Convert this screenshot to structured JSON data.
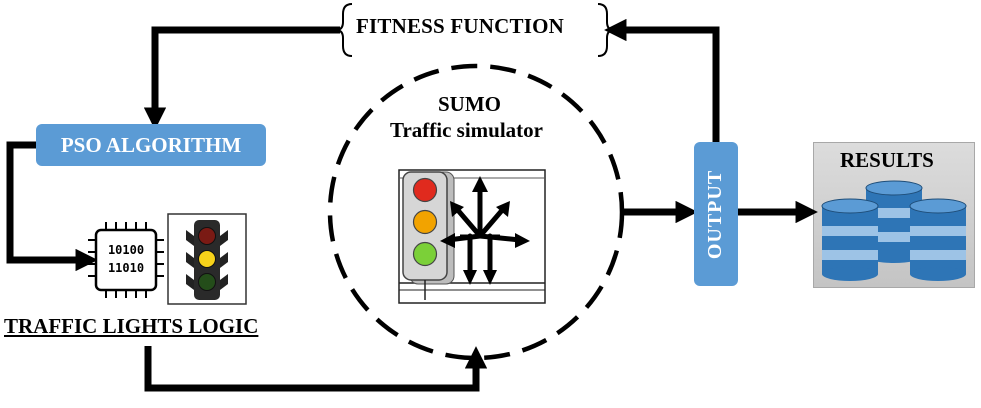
{
  "diagram": {
    "fitness_label": "FITNESS FUNCTION",
    "pso_label": "PSO ALGORITHM",
    "sumo_title": "SUMO",
    "sumo_subtitle": "Traffic simulator",
    "chip_binary_top": "10100",
    "chip_binary_bottom": "11010",
    "traffic_logic_label": "TRAFFIC LIGHTS LOGIC",
    "output_label": "OUTPUT",
    "results_label": "RESULTS"
  },
  "colors": {
    "accent_blue": "#5b9bd5",
    "db_blue": "#2e75b6",
    "db_light": "#9dc3e6",
    "light_red": "#e02a1e",
    "light_yellow": "#f2c100",
    "light_green": "#6cc04a"
  },
  "icons": [
    "processor-chip-icon",
    "traffic-light-icon",
    "sumo-junction-icon",
    "database-icon"
  ]
}
